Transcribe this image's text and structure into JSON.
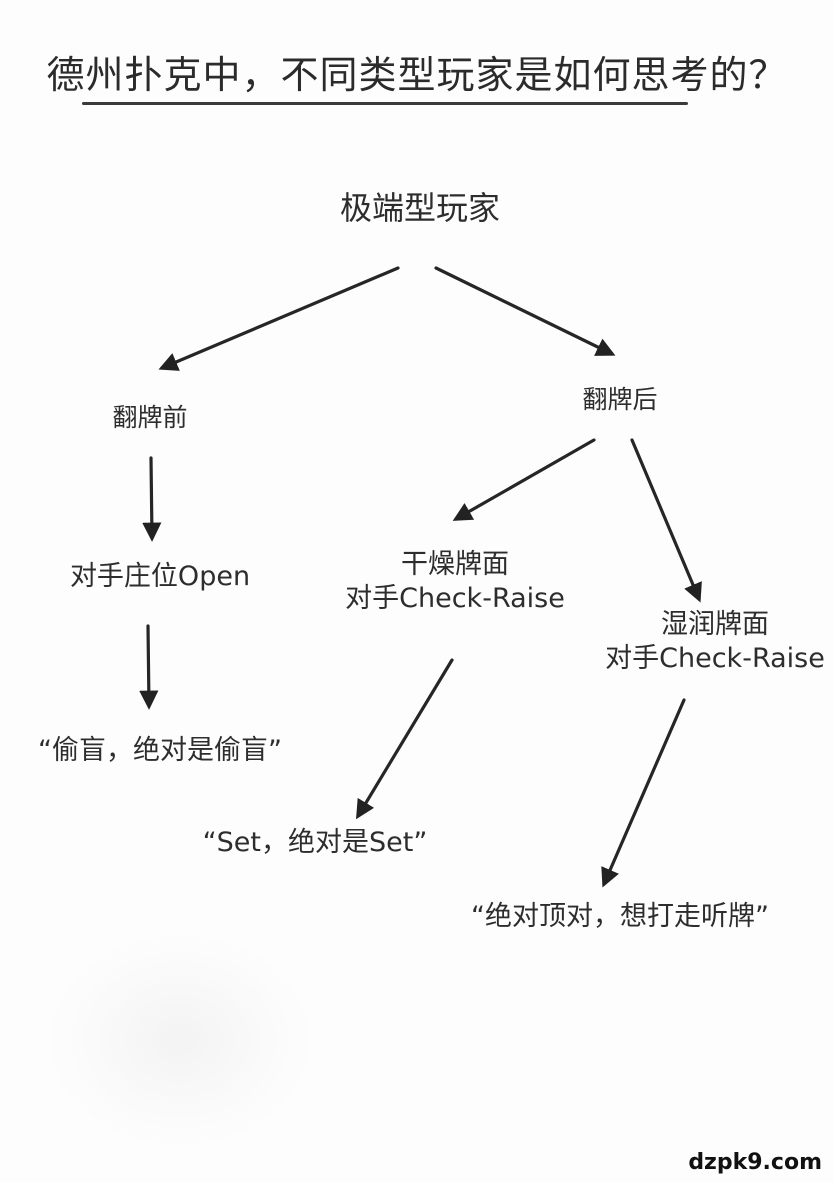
{
  "title": "德州扑克中，不同类型玩家是如何思考的？",
  "nodes": {
    "root": "极端型玩家",
    "preflop": "翻牌前",
    "postflop": "翻牌后",
    "open": "对手庄位Open",
    "dry": [
      "干燥牌面",
      "对手Check-Raise"
    ],
    "wet": [
      "湿润牌面",
      "对手Check-Raise"
    ],
    "steal": "“偷盲，绝对是偷盲”",
    "set": "“Set，绝对是Set”",
    "top": "“绝对顶对，想打走听牌”"
  },
  "watermark": "dzpk9.com",
  "colors": {
    "ink": "#2d2d2d",
    "background": "#fdfdfd"
  }
}
